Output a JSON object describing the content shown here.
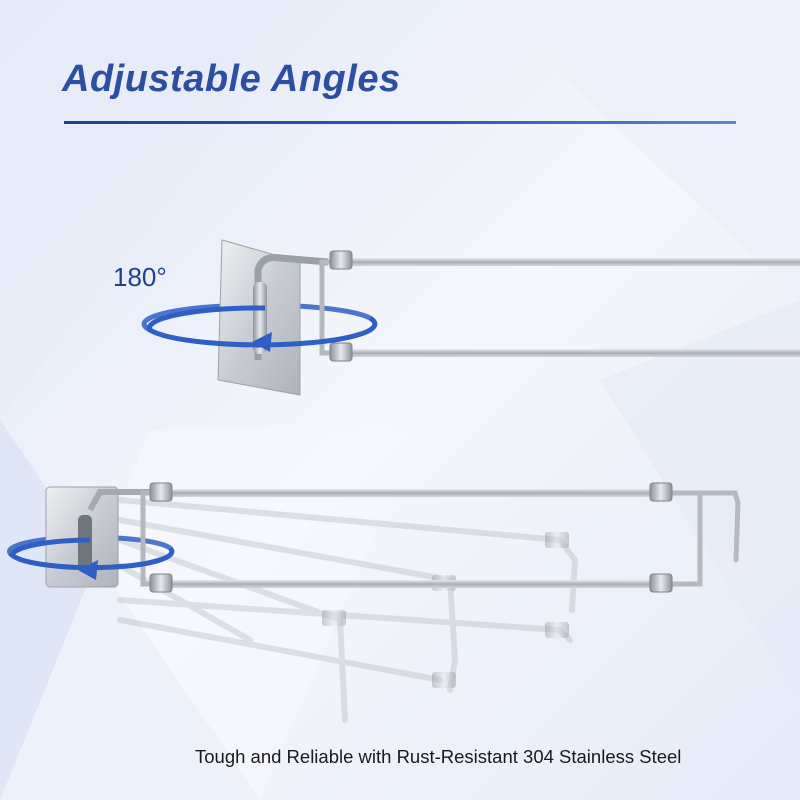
{
  "heading": {
    "title": "Adjustable Angles"
  },
  "rotation": {
    "angle_label": "180°"
  },
  "caption": {
    "text": "Tough and Reliable with Rust-Resistant 304 Stainless Steel"
  },
  "colors": {
    "title": "#2d4fa1",
    "accent_arrow": "#2f5fc4",
    "steel": "#b9bdc3",
    "background": "#f4f6fb"
  }
}
